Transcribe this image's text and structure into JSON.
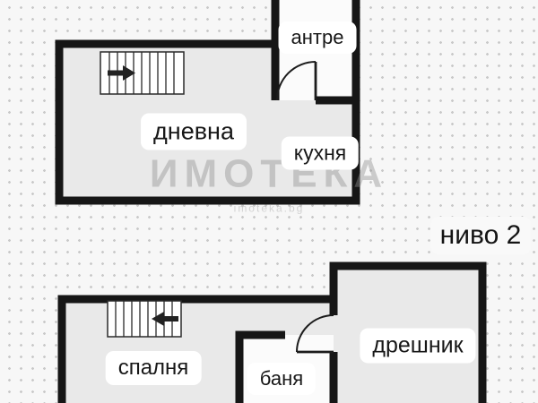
{
  "page": {
    "level_label": "ниво 2",
    "watermark": {
      "brand": "ИМОТЕКА",
      "site": "imoteka.bg"
    },
    "floors": {
      "upper": {
        "rooms": {
          "antre": "антре",
          "dnevna": "дневна",
          "kuhnya": "кухня"
        }
      },
      "lower": {
        "rooms": {
          "spalnya": "спалня",
          "banya": "баня",
          "dreshnik": "дрешник"
        }
      }
    },
    "icons": {
      "stairs_upper": "staircase with right arrow",
      "stairs_lower": "staircase with left arrow",
      "doors": "quarter-circle door swing"
    },
    "colors": {
      "wall": "#161616",
      "room_fill": "#e9e9e9",
      "room_fill_light": "#fbfbfb",
      "background": "#f7f7f7",
      "dots": "#c9c9c9",
      "label_bg": "#ffffff",
      "text": "#171717",
      "watermark": "#8f8f8f"
    }
  }
}
